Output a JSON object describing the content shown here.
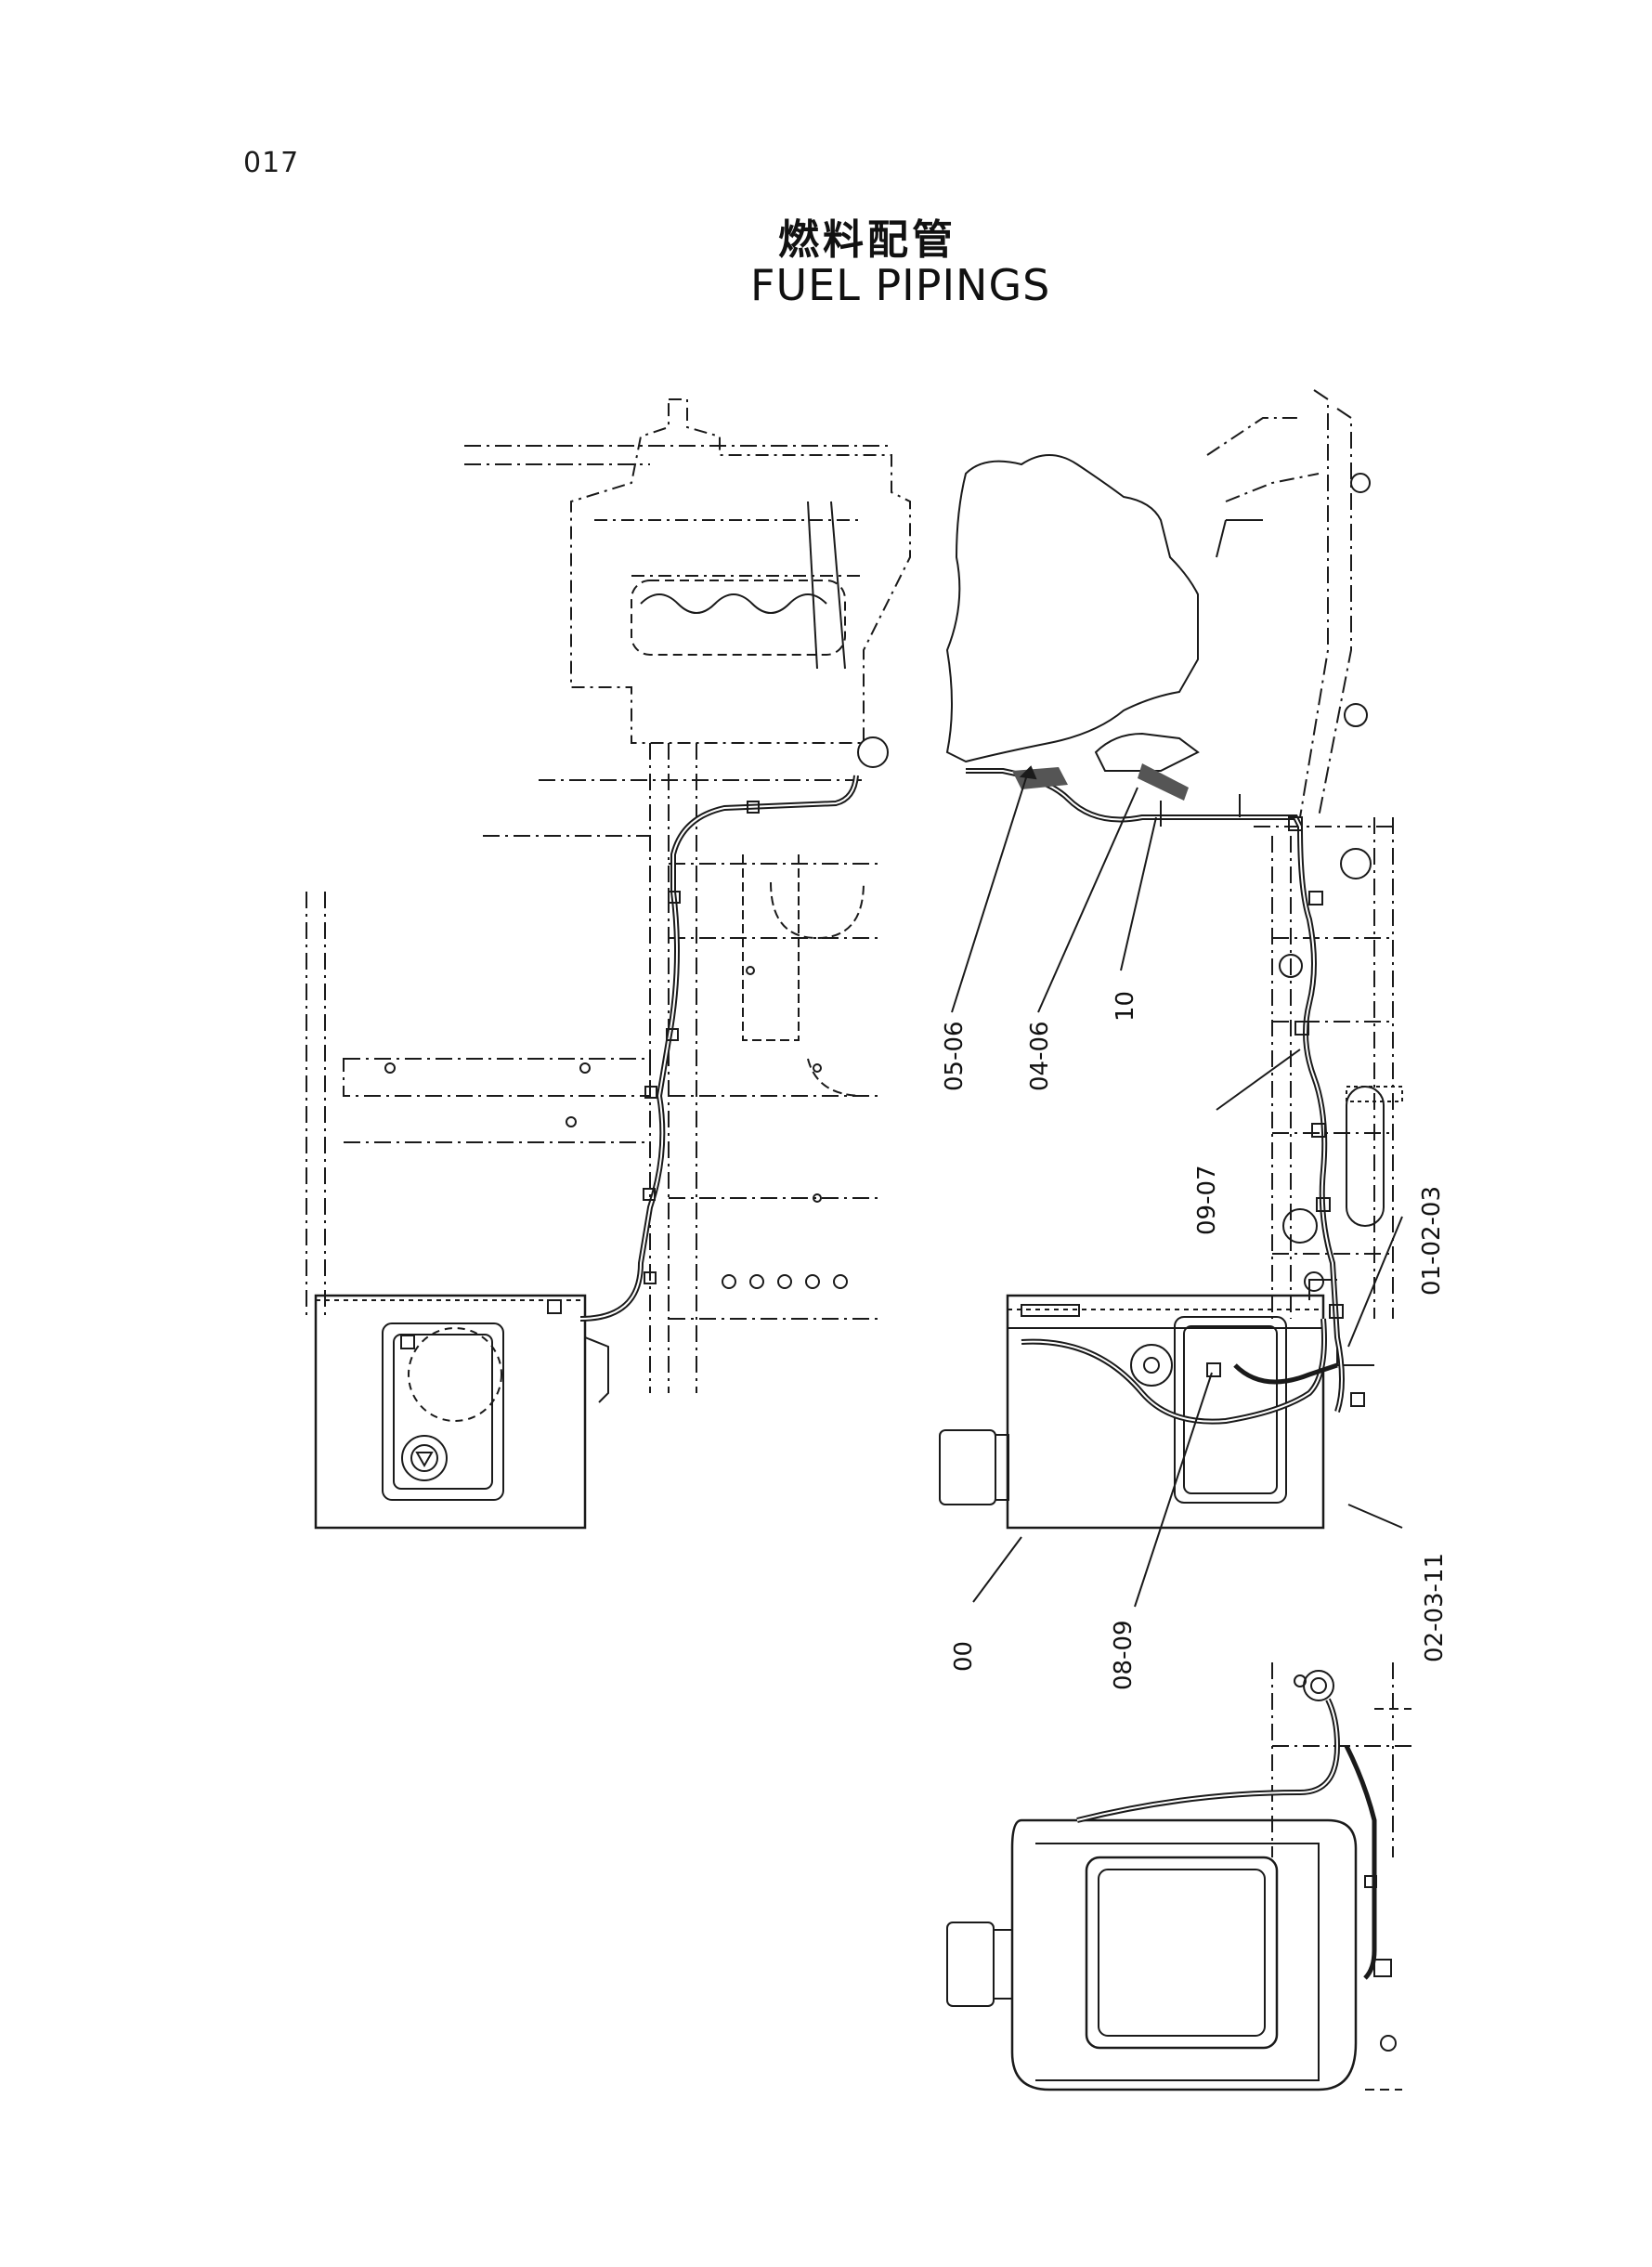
{
  "page_number": "017",
  "title_jp": "燃料配管",
  "title_en": "FUEL PIPINGS",
  "callouts": [
    {
      "id": "c1",
      "label": "05-06"
    },
    {
      "id": "c2",
      "label": "04-06"
    },
    {
      "id": "c3",
      "label": "10"
    },
    {
      "id": "c4",
      "label": "09-07"
    },
    {
      "id": "c5",
      "label": "01-02-03"
    },
    {
      "id": "c6",
      "label": "00"
    },
    {
      "id": "c7",
      "label": "08-09"
    },
    {
      "id": "c8",
      "label": "02-03-11"
    }
  ]
}
